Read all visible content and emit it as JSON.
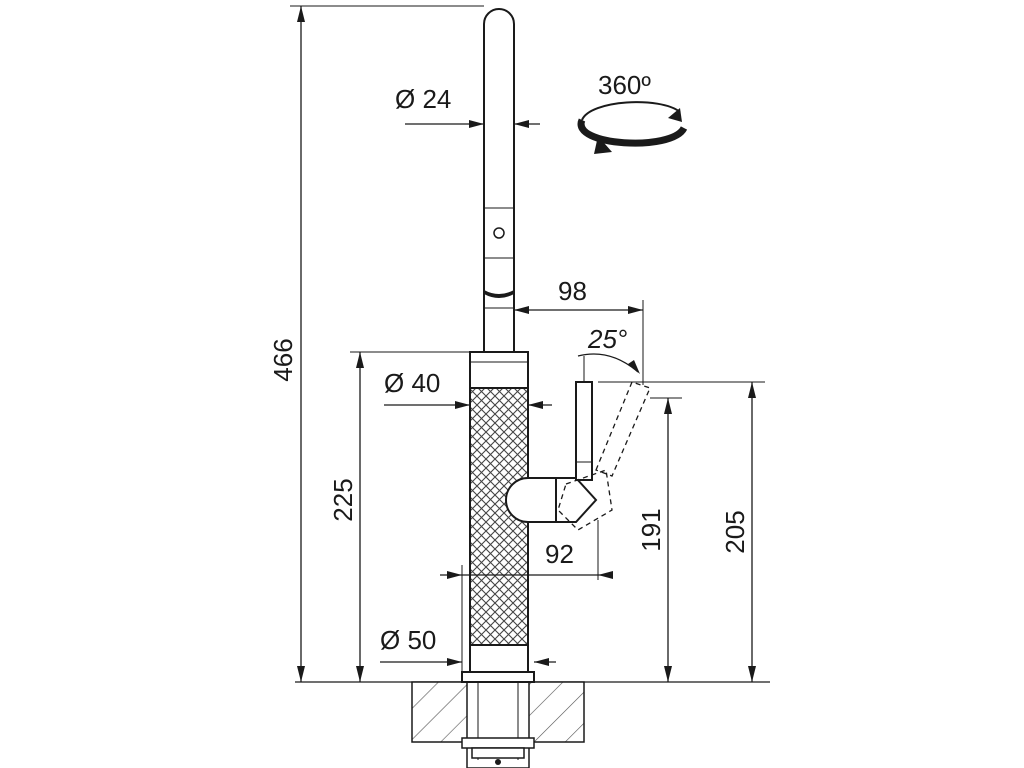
{
  "dimensions": {
    "total_height": "466",
    "spout_diameter": "Ø 24",
    "body_diameter": "Ø 40",
    "base_diameter": "Ø 50",
    "body_height": "225",
    "spout_reach": "98",
    "lever_angle": "25°",
    "rotation": "360º",
    "lever_reach": "92",
    "lever_height": "191",
    "lever_top_height": "205"
  },
  "colors": {
    "ink": "#1a1a1a",
    "hatch": "#555555",
    "background": "#ffffff"
  }
}
